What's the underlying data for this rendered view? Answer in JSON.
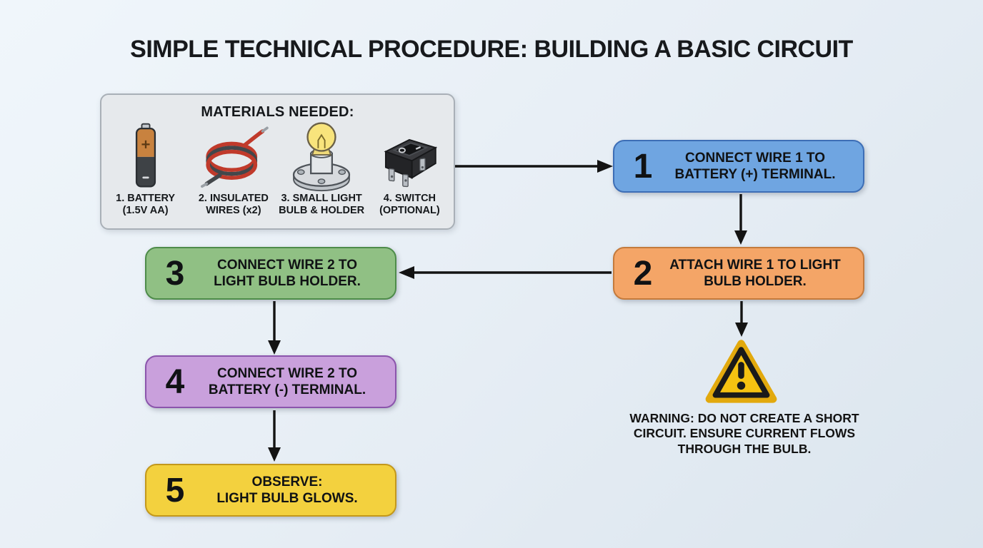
{
  "title": "SIMPLE TECHNICAL PROCEDURE: BUILDING A BASIC CIRCUIT",
  "materials": {
    "heading": "MATERIALS NEEDED:",
    "panel_fill": "#e6e9ec",
    "panel_border": "#a9b0b7",
    "items": [
      {
        "icon": "battery-icon",
        "label": "1. BATTERY\n(1.5V AA)"
      },
      {
        "icon": "insulated-wires-icon",
        "label": "2. INSULATED\nWIRES (x2)"
      },
      {
        "icon": "light-bulb-holder-icon",
        "label": "3. SMALL LIGHT\nBULB & HOLDER"
      },
      {
        "icon": "switch-icon",
        "label": "4. SWITCH\n(OPTIONAL)"
      }
    ]
  },
  "steps": [
    {
      "number": "1",
      "text": "CONNECT WIRE 1 TO\nBATTERY (+) TERMINAL.",
      "fill": "#6FA5E1",
      "border": "#3D6EB6"
    },
    {
      "number": "2",
      "text": "ATTACH WIRE 1 TO LIGHT\nBULB HOLDER.",
      "fill": "#F4A567",
      "border": "#C47A3C"
    },
    {
      "number": "3",
      "text": "CONNECT WIRE 2 TO\nLIGHT BULB HOLDER.",
      "fill": "#90C084",
      "border": "#4E8C4A"
    },
    {
      "number": "4",
      "text": "CONNECT WIRE 2 TO\nBATTERY (-) TERMINAL.",
      "fill": "#C9A0DC",
      "border": "#8B55AC"
    },
    {
      "number": "5",
      "text": "OBSERVE:\nLIGHT BULB GLOWS.",
      "fill": "#F3D13E",
      "border": "#C3981C"
    }
  ],
  "warning": {
    "icon": "warning-triangle-icon",
    "triangle_color": "#F5C211",
    "text": "WARNING: DO NOT CREATE A SHORT\nCIRCUIT. ENSURE CURRENT FLOWS\nTHROUGH THE BULB."
  },
  "colors": {
    "background_top": "#F0F6FB",
    "background_bottom": "#DBE5EE",
    "arrow": "#131313",
    "text": "#15181B"
  }
}
